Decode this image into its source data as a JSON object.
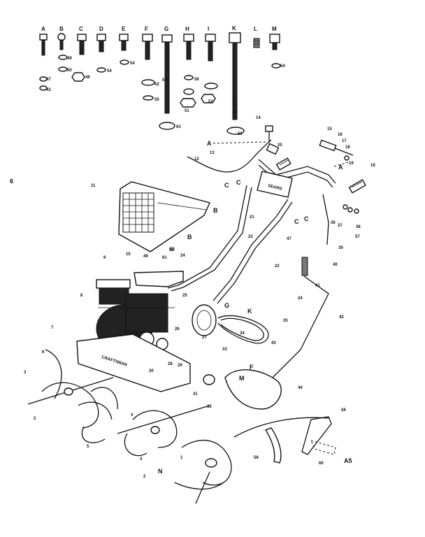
{
  "bolt_letters": [
    "A",
    "B",
    "C",
    "D",
    "E",
    "F",
    "G",
    "H",
    "I",
    "K",
    "L",
    "M"
  ],
  "hardware_labels": [
    "47",
    "43",
    "49",
    "50",
    "46",
    "54",
    "54",
    "52",
    "55",
    "53",
    "56",
    "52",
    "51",
    "63",
    "53",
    "54"
  ],
  "part_numbers": [
    "1",
    "2",
    "2",
    "3",
    "3",
    "4",
    "5",
    "6",
    "7",
    "8",
    "9",
    "10",
    "11",
    "12",
    "13",
    "14",
    "15",
    "16",
    "17",
    "18",
    "19",
    "19",
    "20",
    "21",
    "22",
    "22",
    "24",
    "24",
    "25",
    "26",
    "27",
    "28",
    "29",
    "30",
    "31",
    "32",
    "33",
    "34",
    "35",
    "36",
    "37",
    "38",
    "39",
    "40",
    "41",
    "42",
    "43",
    "44",
    "47",
    "49",
    "52",
    "53",
    "57",
    "58",
    "59",
    "60",
    "61"
  ],
  "connector_letters": [
    "A",
    "A",
    "B",
    "B",
    "C",
    "C",
    "C",
    "C",
    "G",
    "K",
    "F",
    "M",
    "N"
  ],
  "nameplate_text": "SEARS",
  "tine_guard_text": "CRAFTSMAN",
  "corner_code": "A5",
  "stray_mark": "6"
}
